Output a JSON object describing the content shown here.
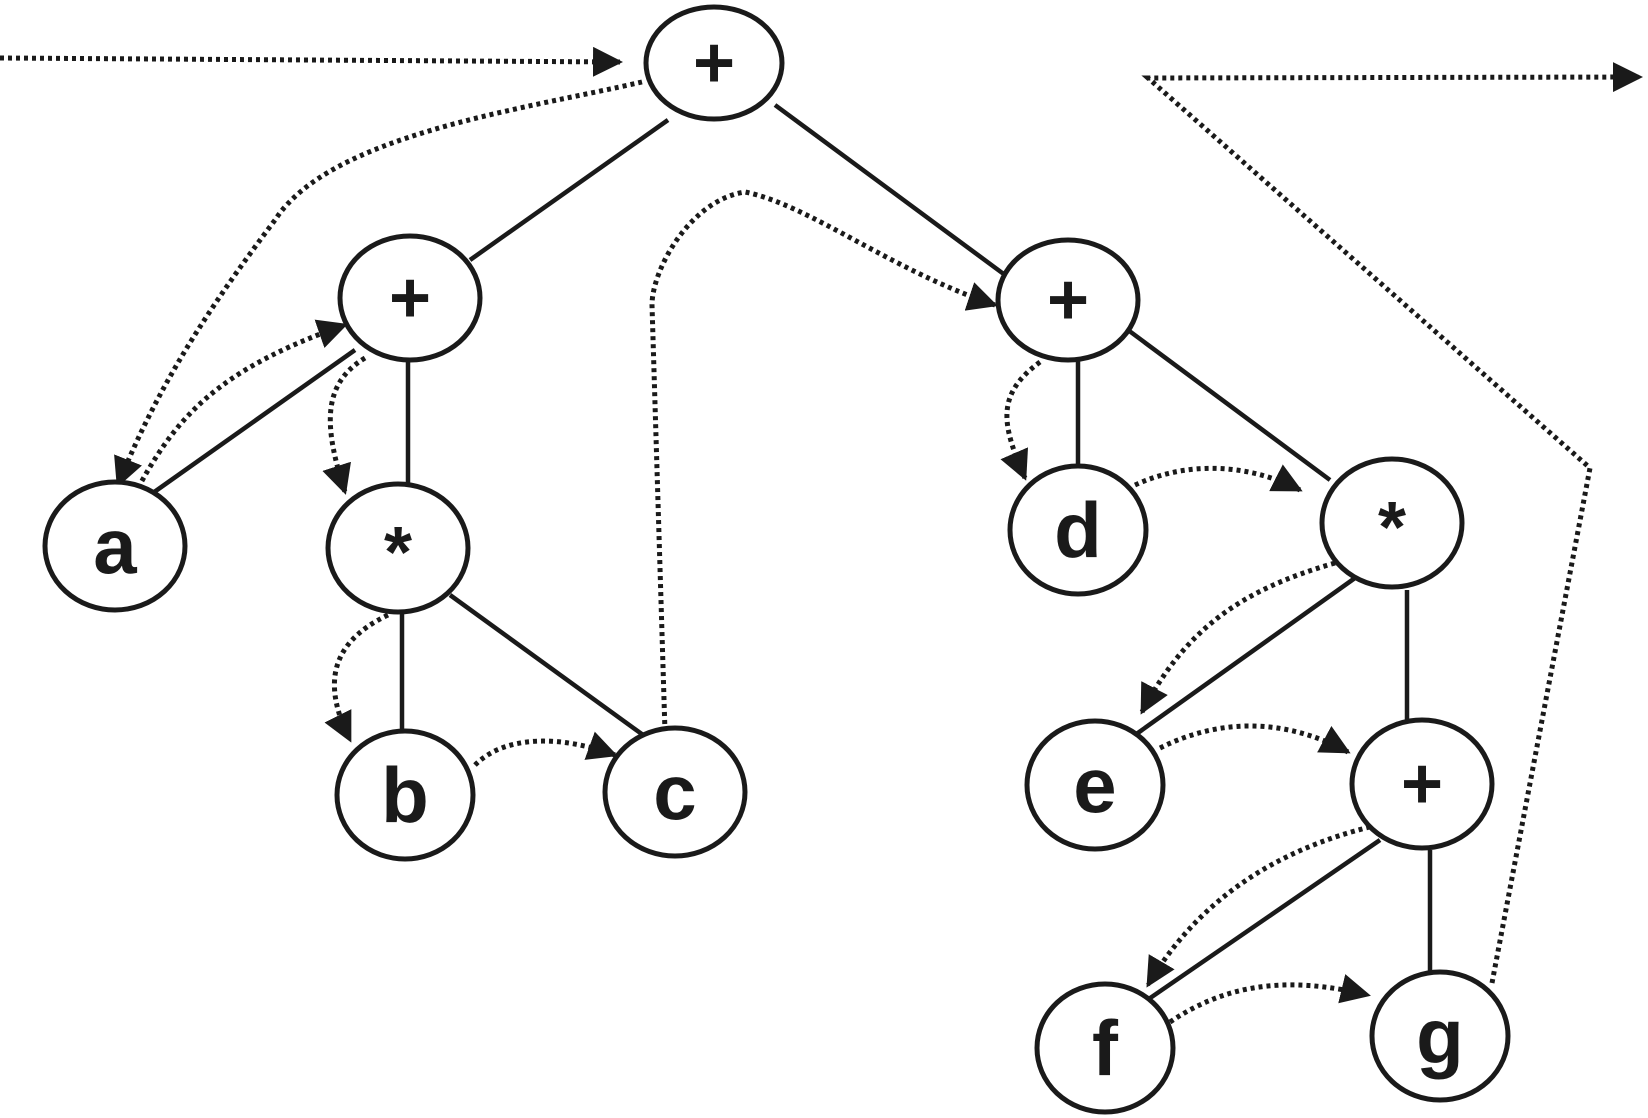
{
  "diagram": {
    "nodes": [
      {
        "id": "root",
        "label": "+",
        "kind": "operator"
      },
      {
        "id": "plus_left",
        "label": "+",
        "kind": "operator"
      },
      {
        "id": "plus_right",
        "label": "+",
        "kind": "operator"
      },
      {
        "id": "a",
        "label": "a",
        "kind": "operand"
      },
      {
        "id": "mul_left",
        "label": "*",
        "kind": "operator"
      },
      {
        "id": "b",
        "label": "b",
        "kind": "operand"
      },
      {
        "id": "c",
        "label": "c",
        "kind": "operand"
      },
      {
        "id": "d",
        "label": "d",
        "kind": "operand"
      },
      {
        "id": "mul_right",
        "label": "*",
        "kind": "operator"
      },
      {
        "id": "e",
        "label": "e",
        "kind": "operand"
      },
      {
        "id": "plus_low",
        "label": "+",
        "kind": "operator"
      },
      {
        "id": "f",
        "label": "f",
        "kind": "operand"
      },
      {
        "id": "g",
        "label": "g",
        "kind": "operand"
      }
    ],
    "edges": [
      [
        "root",
        "plus_left"
      ],
      [
        "root",
        "plus_right"
      ],
      [
        "plus_left",
        "a"
      ],
      [
        "plus_left",
        "mul_left"
      ],
      [
        "mul_left",
        "b"
      ],
      [
        "mul_left",
        "c"
      ],
      [
        "plus_right",
        "d"
      ],
      [
        "plus_right",
        "mul_right"
      ],
      [
        "mul_right",
        "e"
      ],
      [
        "mul_right",
        "plus_low"
      ],
      [
        "plus_low",
        "f"
      ],
      [
        "plus_low",
        "g"
      ]
    ],
    "traversal": {
      "style": "dotted",
      "steps": [
        [
          "start",
          "root"
        ],
        [
          "root",
          "a"
        ],
        [
          "a",
          "plus_left"
        ],
        [
          "plus_left",
          "mul_left"
        ],
        [
          "mul_left",
          "b"
        ],
        [
          "b",
          "c"
        ],
        [
          "c",
          "plus_right"
        ],
        [
          "plus_right",
          "d"
        ],
        [
          "d",
          "mul_right"
        ],
        [
          "mul_right",
          "e"
        ],
        [
          "e",
          "plus_low"
        ],
        [
          "plus_low",
          "f"
        ],
        [
          "f",
          "g"
        ],
        [
          "g",
          "end"
        ]
      ]
    }
  }
}
